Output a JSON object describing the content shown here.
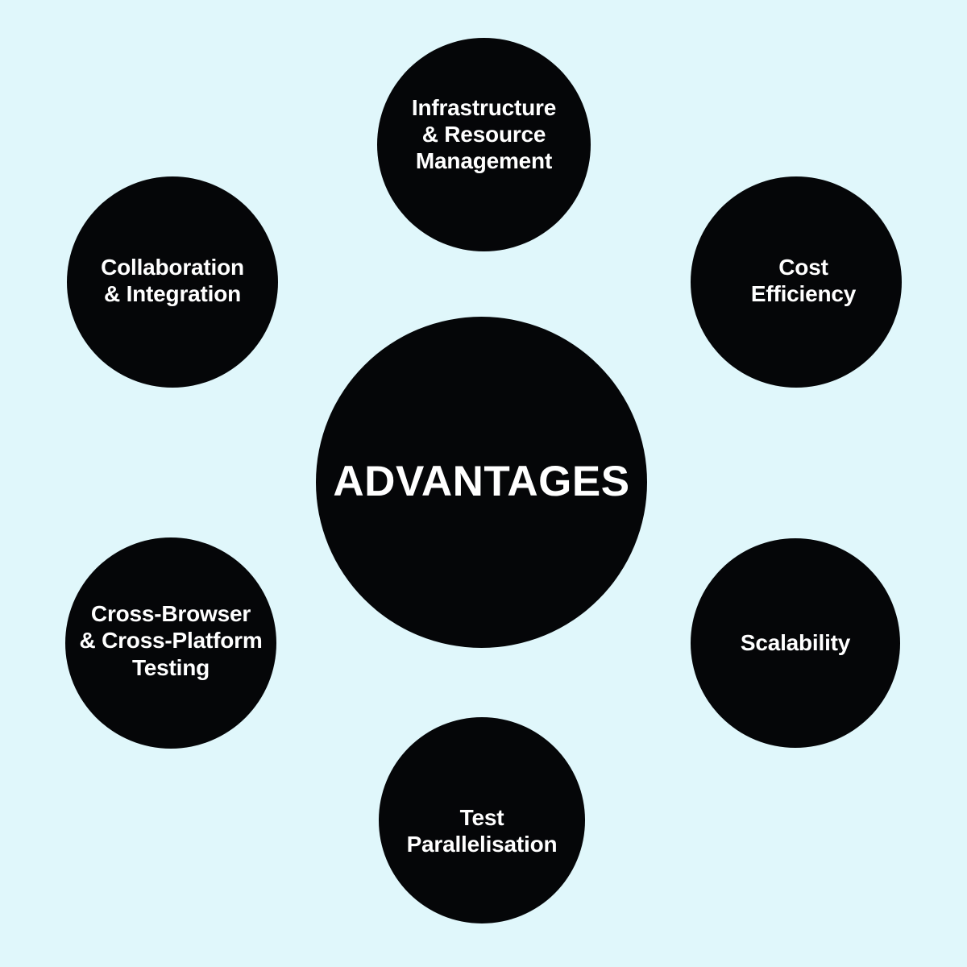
{
  "diagram": {
    "title": "Advantages",
    "type": "hub-and-spoke",
    "background_color": "#e0f7fb",
    "node_color": "#050608",
    "text_color": "#ffffff",
    "center": {
      "label": "ADVANTAGES"
    },
    "nodes": [
      {
        "id": "infrastructure-resource-management",
        "label": "Infrastructure\n& Resource\nManagement",
        "position": "top"
      },
      {
        "id": "collaboration-integration",
        "label": "Collaboration\n& Integration",
        "position": "top-left"
      },
      {
        "id": "cost-efficiency",
        "label": "Cost\nEfficiency",
        "position": "top-right"
      },
      {
        "id": "cross-browser-cross-platform-testing",
        "label": "Cross-Browser\n& Cross-Platform\nTesting",
        "position": "bottom-left"
      },
      {
        "id": "scalability",
        "label": "Scalability",
        "position": "bottom-right"
      },
      {
        "id": "test-parallelisation",
        "label": "Test\nParallelisation",
        "position": "bottom"
      }
    ]
  }
}
